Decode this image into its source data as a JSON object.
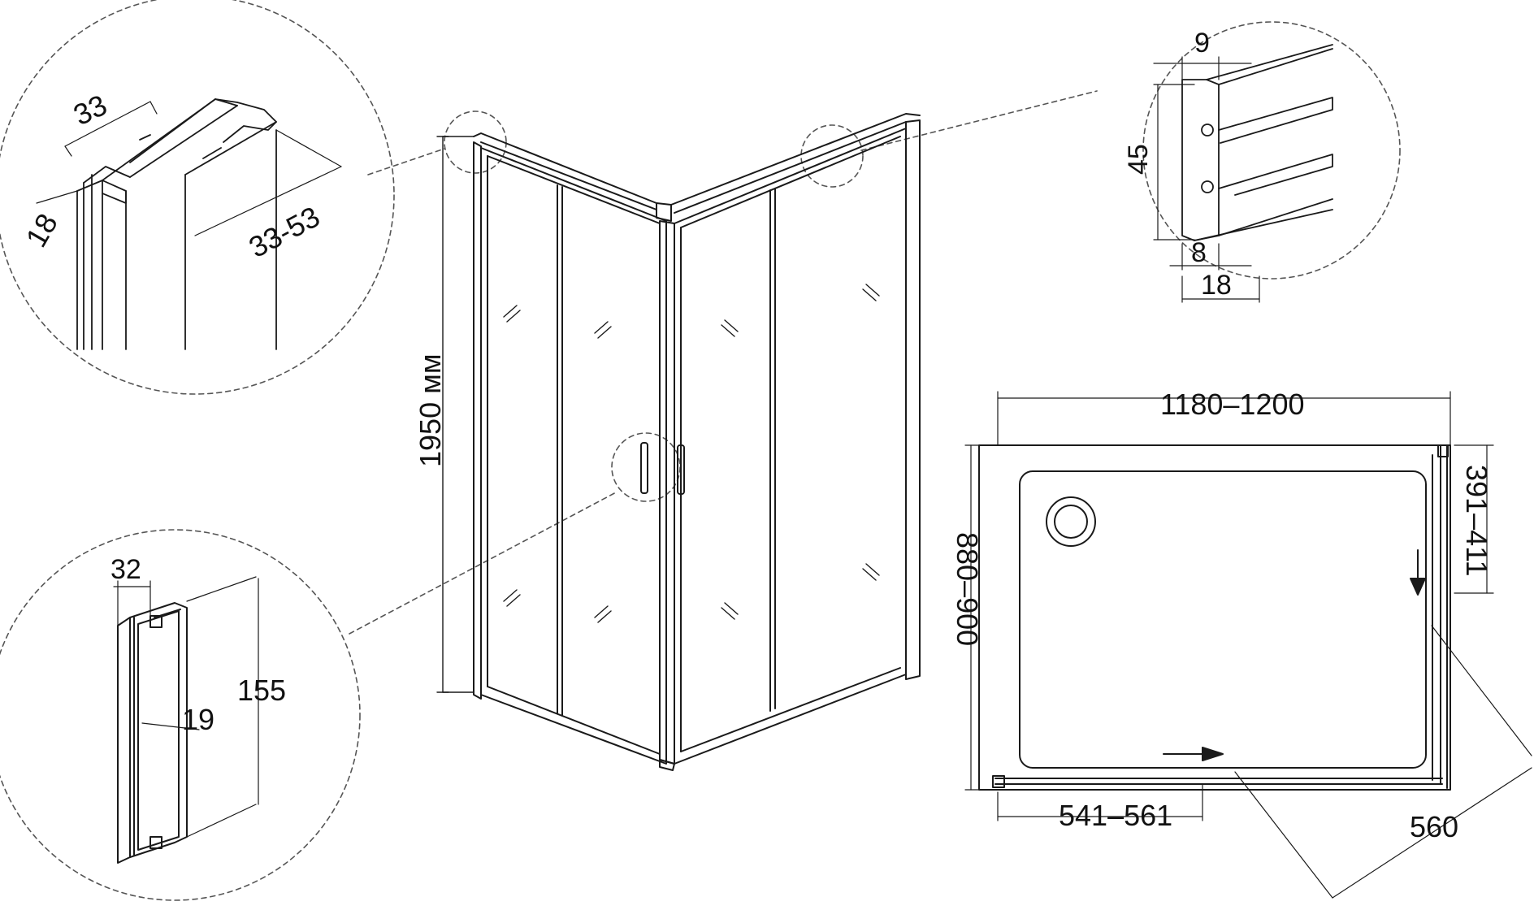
{
  "colors": {
    "line": "#1a1a1a",
    "dash": "#555555",
    "background": "#ffffff"
  },
  "labels": {
    "profile_width": "33",
    "profile_depth": "18",
    "profile_adjust": "33-53",
    "height_mm": "1950 мм",
    "rail_top": "9",
    "rail_height": "45",
    "rail_inner": "8",
    "rail_outer": "18",
    "handle_width": "32",
    "handle_length": "155",
    "handle_depth": "19",
    "plan_width": "1180–1200",
    "plan_depth": "880–900",
    "side_door": "391–411",
    "front_door": "541–561",
    "side_panel": "560"
  }
}
